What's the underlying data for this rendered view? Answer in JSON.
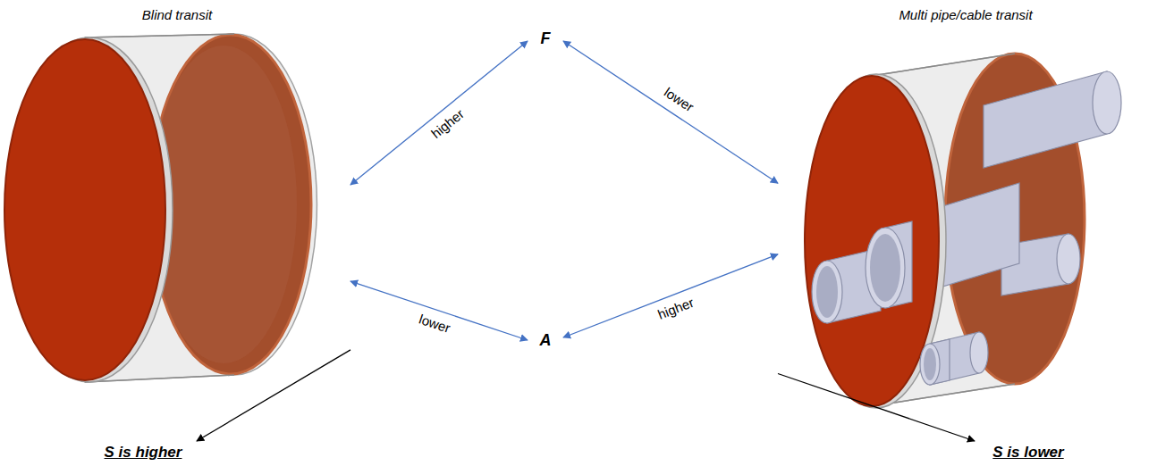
{
  "diagram": {
    "nodes": [
      {
        "text": [
          "Blind transit"
        ]
      },
      {
        "text": [
          "Multi pipe/cable transit"
        ]
      },
      {
        "text": [
          "F"
        ]
      },
      {
        "text": [
          "A"
        ]
      },
      {
        "text": [
          "S is higher"
        ]
      },
      {
        "text": [
          "S is lower"
        ]
      }
    ],
    "edges": [
      {
        "from": 0,
        "to": 2,
        "arrow": "both",
        "label": "higher"
      },
      {
        "from": 2,
        "to": 1,
        "arrow": "both",
        "label": "lower"
      },
      {
        "from": 0,
        "to": 3,
        "arrow": "both",
        "label": "lower"
      },
      {
        "from": 3,
        "to": 1,
        "arrow": "both",
        "label": "higher"
      },
      {
        "from": 0,
        "to": 4,
        "arrow": "to"
      },
      {
        "from": 1,
        "to": 5,
        "arrow": "to"
      }
    ]
  }
}
